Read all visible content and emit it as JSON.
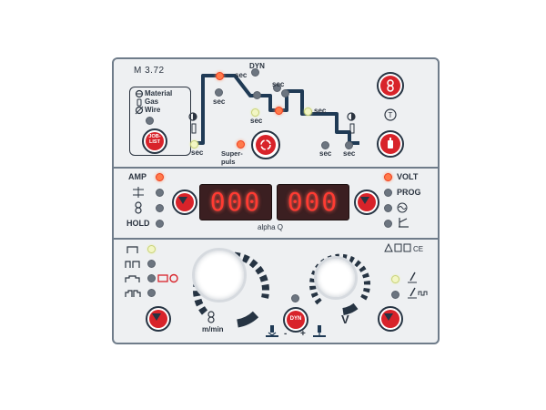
{
  "header": {
    "model": "M 3.72"
  },
  "legend": {
    "material": "Material",
    "gas": "Gas",
    "wire": "Wire"
  },
  "top": {
    "dyn": "DYN",
    "sec_labels": [
      "sec",
      "sec",
      "sec",
      "sec",
      "sec",
      "sec",
      "sec"
    ],
    "superpuls": "Super-\npuls",
    "joblist": "JOB-\nLIST"
  },
  "middle": {
    "amp": "AMP",
    "hold": "HOLD",
    "volt": "VOLT",
    "prog": "PROG",
    "left_display": "000",
    "right_display": "000",
    "brand": "alpha Q"
  },
  "bottom": {
    "mmin": "m/min",
    "v": "V",
    "dyn_button": "DYN",
    "minus": "-",
    "plus": "+"
  },
  "colors": {
    "accent_red": "#d8232a",
    "led_orange": "#ff7a4a",
    "panel": "#eef0f2",
    "border": "#6f7c8a"
  }
}
